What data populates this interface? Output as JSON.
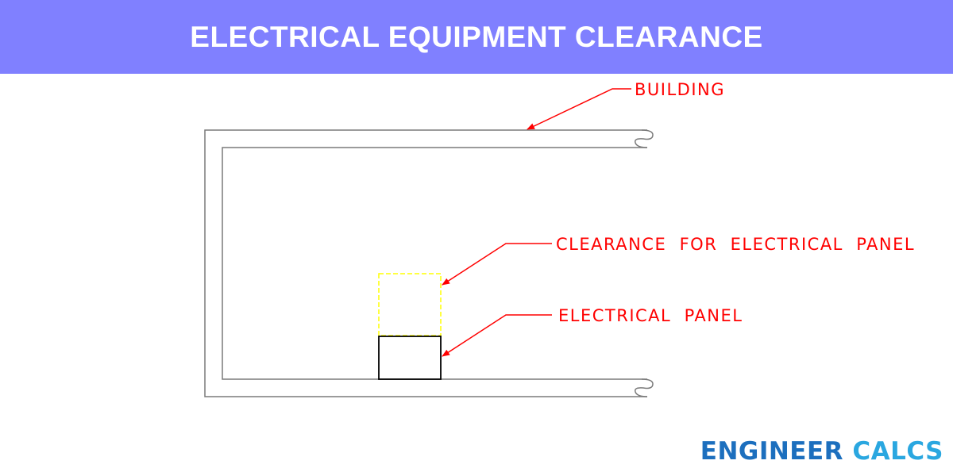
{
  "header": {
    "title": "ELECTRICAL EQUIPMENT CLEARANCE",
    "background_color": "#8080ff",
    "text_color": "#ffffff"
  },
  "drawing": {
    "labels": {
      "building": "BUILDING",
      "clearance": "CLEARANCE  FOR  ELECTRICAL  PANEL",
      "panel": "ELECTRICAL  PANEL"
    },
    "label_color": "#ff0000",
    "wall_color": "#7a7a7a",
    "clearance_color": "#ffff00",
    "panel_color": "#000000"
  },
  "brand": {
    "word1": "ENGINEER",
    "word2": "CALCS",
    "color1": "#1c6fbe",
    "color2": "#2aa7e0"
  }
}
